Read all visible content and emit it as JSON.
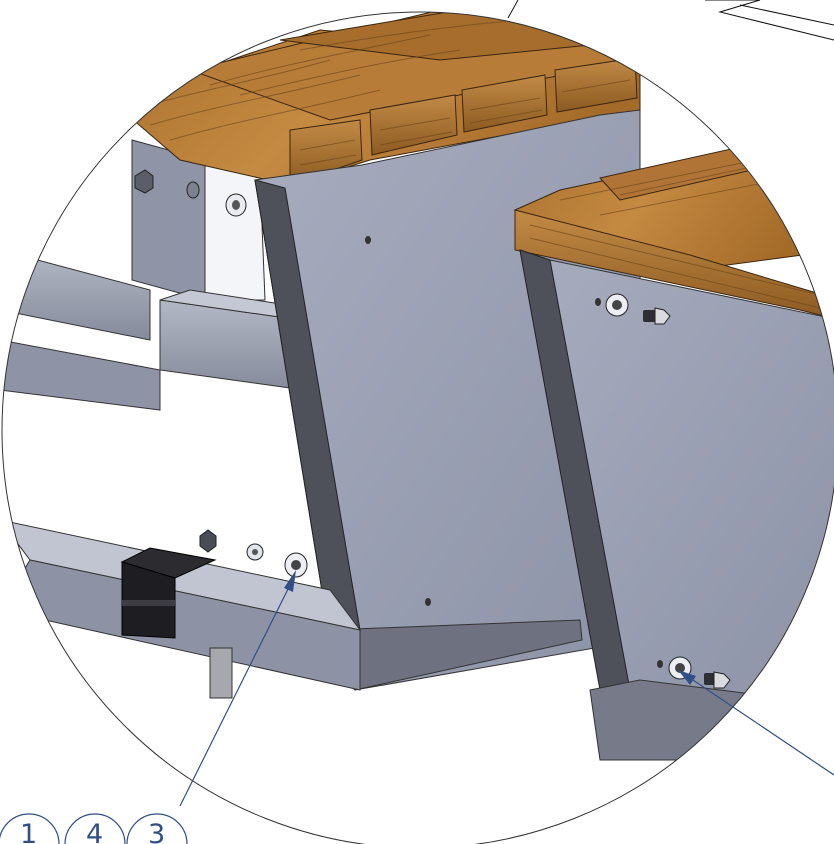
{
  "callouts": [
    {
      "id": "callout-a",
      "balloons": [
        "1",
        "4",
        "3"
      ]
    },
    {
      "id": "callout-b",
      "balloons": []
    }
  ],
  "colors": {
    "wood": "#b57f3a",
    "wood_dark": "#7a4f1c",
    "steel": "#9aa1b3",
    "steel_dark": "#4b4e57",
    "leader": "#2f4f86",
    "outline": "#222222"
  },
  "parts": [
    "washer",
    "hex-bolt",
    "hex-nut",
    "end-cap",
    "anchor-bolt"
  ]
}
